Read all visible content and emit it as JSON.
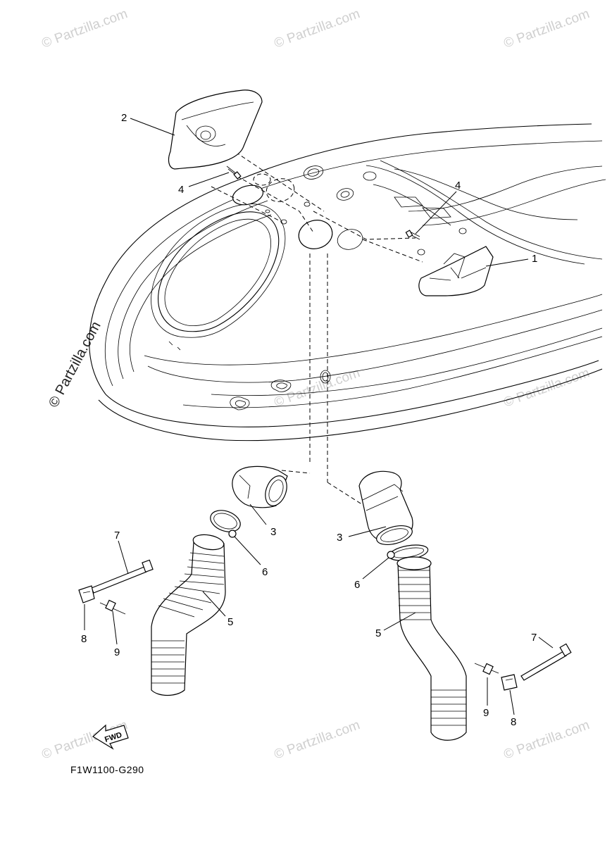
{
  "watermark_text": "© Partzilla.com",
  "diagram_code": "F1W1100-G290",
  "fwd_arrow_label": "FWD",
  "callouts": {
    "c1": "1",
    "c2": "2",
    "c3a": "3",
    "c3b": "3",
    "c4a": "4",
    "c4b": "4",
    "c5a": "5",
    "c5b": "5",
    "c6a": "6",
    "c6b": "6",
    "c7a": "7",
    "c7b": "7",
    "c8a": "8",
    "c8b": "8",
    "c9a": "9",
    "c9b": "9"
  }
}
